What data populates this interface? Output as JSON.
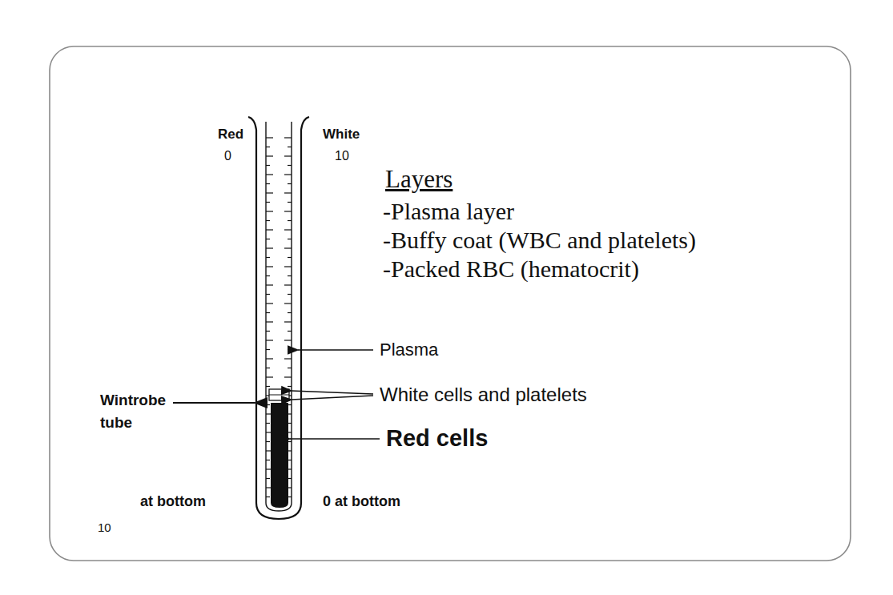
{
  "diagram": {
    "labels": [
      "Red",
      "0",
      "White",
      "10",
      "Layers",
      "-Plasma layer",
      "-Buffy coat (WBC and platelets)",
      "-Packed RBC (hematocrit)",
      "Plasma",
      "White cells and platelets",
      "Red cells",
      "Wintrobe tube",
      "at bottom",
      "10",
      "0 at bottom"
    ]
  }
}
